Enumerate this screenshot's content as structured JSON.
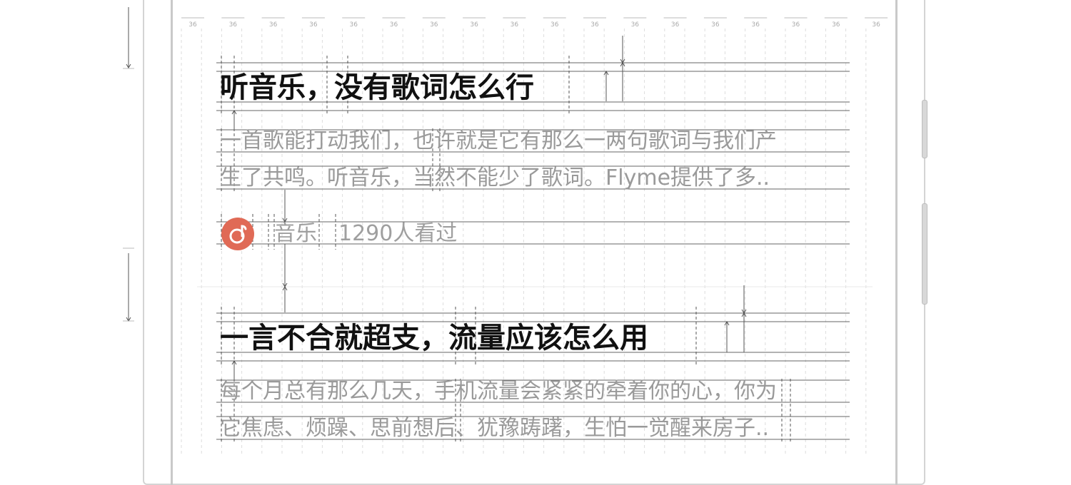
{
  "grid": {
    "column_width_label": "36"
  },
  "colors": {
    "title_text": "#111111",
    "body_text": "#9a9a9a",
    "icon_accent": "#e06a56",
    "guide_line": "#555555",
    "grid_line": "#dddddd"
  },
  "feed": {
    "items": [
      {
        "title": "听音乐，没有歌词怎么行",
        "lines": [
          "一首歌能打动我们，也许就是它有那么一两句歌词与我们产",
          "生了共鸣。听音乐，当然不能少了歌词。Flyme提供了多.."
        ],
        "category": "音乐",
        "views": "1290人看过",
        "icon": "music-note-icon"
      },
      {
        "title": "一言不合就超支，流量应该怎么用",
        "lines": [
          "每个月总有那么几天，手机流量会紧紧的牵着你的心，你为",
          "它焦虑、烦躁、思前想后、犹豫踌躇，生怕一觉醒来房子.."
        ]
      }
    ]
  }
}
